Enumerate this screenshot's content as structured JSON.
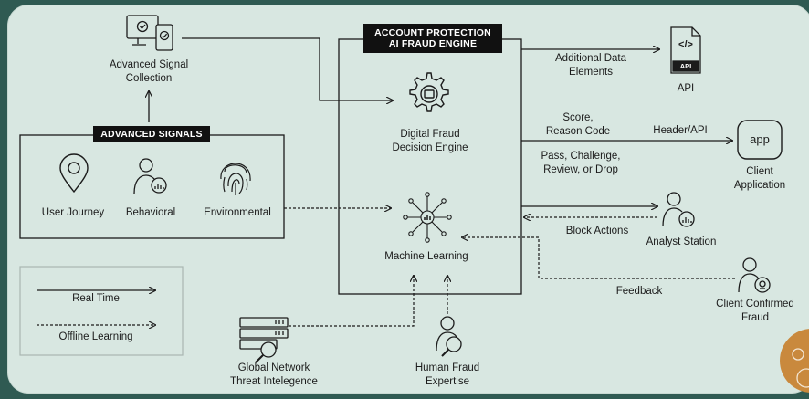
{
  "engine": {
    "title_line1": "ACCOUNT PROTECTION",
    "title_line2": "AI FRAUD ENGINE"
  },
  "signals": {
    "title": "ADVANCED SIGNALS",
    "items": [
      "User Journey",
      "Behavioral",
      "Environmental"
    ]
  },
  "collection": {
    "line1": "Advanced Signal",
    "line2": "Collection"
  },
  "decision": {
    "line1": "Digital Fraud",
    "line2": "Decision Engine"
  },
  "ml": {
    "label": "Machine Learning"
  },
  "outputs": {
    "additional_line1": "Additional Data",
    "additional_line2": "Elements",
    "api": "API",
    "api_icon_code": "</>",
    "api_icon_label": "API",
    "score_line1": "Score,",
    "score_line2": "Reason Code",
    "header_api": "Header/API",
    "pass_line1": "Pass, Challenge,",
    "pass_line2": "Review, or Drop",
    "app_icon": "app",
    "client_line1": "Client",
    "client_line2": "Application",
    "block": "Block Actions",
    "analyst": "Analyst Station",
    "feedback": "Feedback",
    "confirmed_line1": "Client Confirmed",
    "confirmed_line2": "Fraud"
  },
  "inputs": {
    "global_line1": "Global Network",
    "global_line2": "Threat Intelegence",
    "human_line1": "Human Fraud",
    "human_line2": "Expertise"
  },
  "legend": {
    "real_time": "Real Time",
    "offline": "Offline Learning"
  },
  "colors": {
    "background": "#2f5a52",
    "card": "#d8e7e1",
    "ink": "#1b1b1b",
    "accent": "#c9893d"
  }
}
